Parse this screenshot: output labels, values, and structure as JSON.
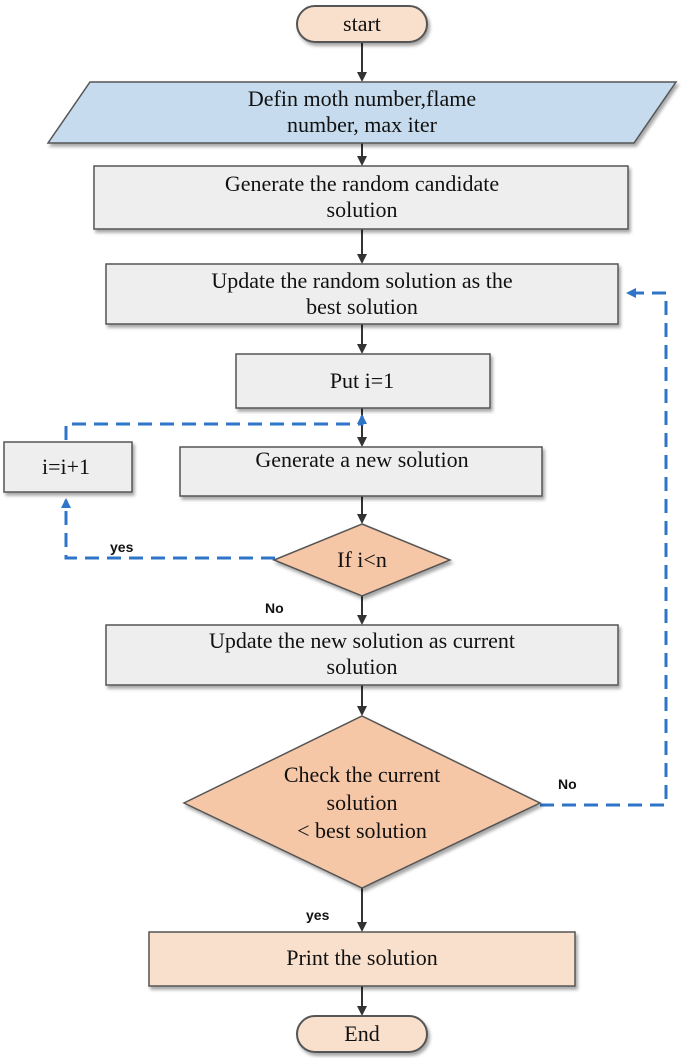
{
  "colors": {
    "terminal_fill": "#f9e0cc",
    "io_fill": "#c6dcee",
    "process_fill": "#eeeeee",
    "decision_fill": "#f6c7a6",
    "print_fill": "#f9e0cc",
    "loop_line": "#2e75c9",
    "stroke": "#555555",
    "arrow": "#333333"
  },
  "nodes": {
    "start": {
      "text": "start"
    },
    "define": {
      "line1": "Defin moth number,flame",
      "line2": "number, max iter"
    },
    "generate_random": {
      "line1": "Generate the random candidate",
      "line2": "solution"
    },
    "update_best": {
      "line1": "Update the random solution as the",
      "line2": "best solution"
    },
    "put_i": {
      "text": "Put i=1"
    },
    "increment": {
      "text": "i=i+1"
    },
    "generate_new": {
      "text": "Generate a new solution"
    },
    "if_i_n": {
      "text": "If i<n"
    },
    "update_current": {
      "line1": "Update the new solution as current",
      "line2": "solution"
    },
    "check": {
      "line1": "Check the current",
      "line2": "solution",
      "line3": "< best solution"
    },
    "print": {
      "text": "Print the solution"
    },
    "end": {
      "text": "End"
    }
  },
  "edge_labels": {
    "if_yes": "yes",
    "if_no": "No",
    "check_no": "No",
    "check_yes": "yes"
  }
}
